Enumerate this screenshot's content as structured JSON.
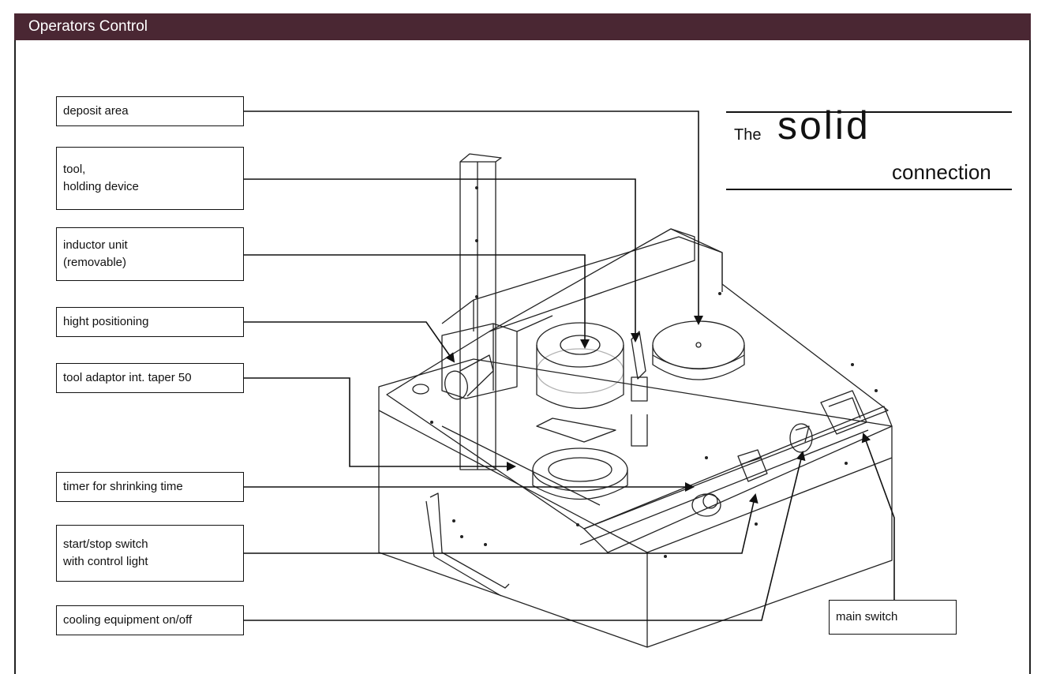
{
  "header": {
    "title": "Operators Control"
  },
  "callouts": [
    {
      "lines": [
        "deposit area"
      ]
    },
    {
      "lines": [
        "tool,",
        "holding device"
      ]
    },
    {
      "lines": [
        "inductor unit",
        "(removable)"
      ]
    },
    {
      "lines": [
        "hight positioning"
      ]
    },
    {
      "lines": [
        "tool adaptor int. taper 50"
      ]
    },
    {
      "lines": [
        "timer for shrinking time"
      ]
    },
    {
      "lines": [
        "start/stop switch",
        "with control light"
      ]
    },
    {
      "lines": [
        "cooling equipment on/off"
      ]
    },
    {
      "lines": [
        "main switch"
      ]
    }
  ],
  "logo": {
    "the": "The",
    "solid": "solid",
    "connection": "connection"
  },
  "colors": {
    "header_bg": "#4a2733",
    "line": "#111111"
  }
}
